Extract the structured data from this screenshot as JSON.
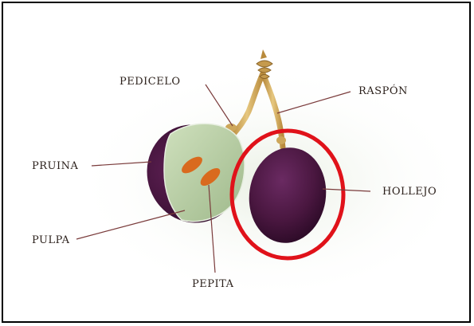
{
  "diagram": {
    "labels": {
      "pedicelo": "PEDICELO",
      "raspon": "RASPÓN",
      "pruina": "PRUINA",
      "hollejo": "HOLLEJO",
      "pulpa": "PULPA",
      "pepita": "PEPITA"
    },
    "colors": {
      "frame": "#000000",
      "skin": "#4a1740",
      "pulp": "#b9cfa6",
      "seed": "#d96a1e",
      "stem": "#d8b56a",
      "highlight_ring": "#e0121a",
      "leader_line": "#7a3b3b"
    },
    "highlight": "HOLLEJO"
  }
}
